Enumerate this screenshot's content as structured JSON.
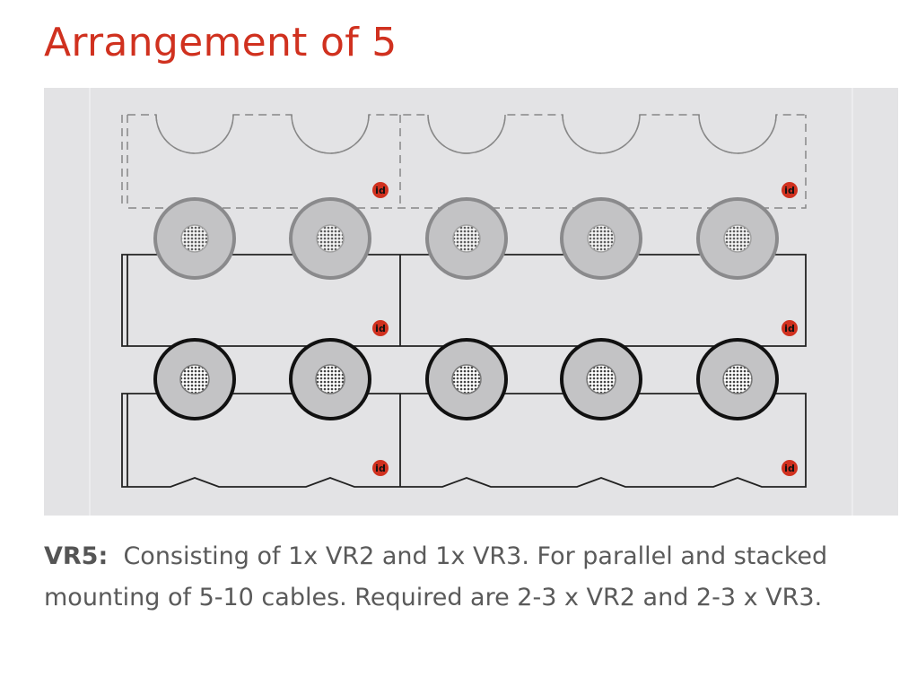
{
  "title": "Arrangement of 5",
  "caption": {
    "label": "VR5:",
    "text": "Consisting of 1x VR2 and 1x VR3. For parallel and stacked mounting of 5-10 cables. Required are 2-3 x VR2 and 2-3 x VR3."
  },
  "diagram": {
    "logo_text": "id",
    "accent_color": "#d0311f",
    "cable_count": 5,
    "rows": 2
  }
}
